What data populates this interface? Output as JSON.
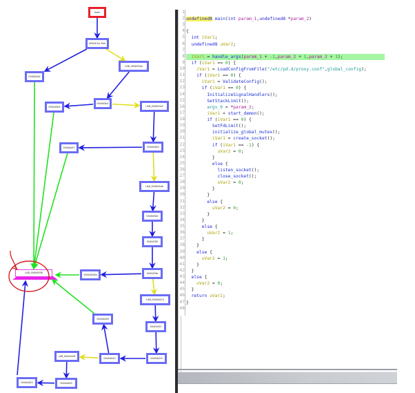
{
  "graph": {
    "title": "Function Graph",
    "nodes": [
      {
        "id": "n0",
        "label": "main",
        "kind": "entry"
      },
      {
        "id": "n1",
        "label": "004043c1 fine",
        "kind": "block"
      },
      {
        "id": "n2",
        "label": "004043a2",
        "kind": "block"
      },
      {
        "id": "n3",
        "label": "LAB_004043aa",
        "kind": "block"
      },
      {
        "id": "n4",
        "label": "004043b5",
        "kind": "block"
      },
      {
        "id": "n5",
        "label": "004043b2",
        "kind": "block"
      },
      {
        "id": "n6",
        "label": "LAB_004043c9",
        "kind": "block"
      },
      {
        "id": "n7",
        "label": "004043d3",
        "kind": "block"
      },
      {
        "id": "n8",
        "label": "00404a47",
        "kind": "block"
      },
      {
        "id": "n9",
        "label": "LAB_004043db",
        "kind": "block"
      },
      {
        "id": "n10",
        "label": "004043e0",
        "kind": "block"
      },
      {
        "id": "n11",
        "label": "004043f2",
        "kind": "block"
      },
      {
        "id": "n12",
        "label": "004043fa",
        "kind": "block"
      },
      {
        "id": "n13",
        "label": "00404418a",
        "kind": "block"
      },
      {
        "id": "n14",
        "label": "LAB_00404458",
        "kind": "target"
      },
      {
        "id": "n15",
        "label": "LAB_00404415",
        "kind": "block"
      },
      {
        "id": "n16",
        "label": "0040441f",
        "kind": "block"
      },
      {
        "id": "n17",
        "label": "00404429",
        "kind": "block"
      },
      {
        "id": "n18",
        "label": "00404433",
        "kind": "block"
      },
      {
        "id": "n19",
        "label": "00404438",
        "kind": "block"
      },
      {
        "id": "n20",
        "label": "LAB_0040443f",
        "kind": "block"
      },
      {
        "id": "n21",
        "label": "00404449",
        "kind": "block"
      },
      {
        "id": "n22",
        "label": "00404452",
        "kind": "block"
      }
    ],
    "edge_colors": {
      "unconditional": "#1f1fe0",
      "true": "#e0de1e",
      "false": "#22e022"
    },
    "annotation": {
      "circle_color": "#d42020",
      "arrow_color": "#d42020"
    }
  },
  "decompiler": {
    "lines": [
      {
        "n": "1",
        "code": []
      },
      {
        "n": "2",
        "code": [
          [
            "t-hlty",
            "undefined8"
          ],
          [
            "t-pl",
            " "
          ],
          [
            "t-fn",
            "main"
          ],
          [
            "t-pl",
            "("
          ],
          [
            "t-ty",
            "int"
          ],
          [
            "t-pl",
            " "
          ],
          [
            "t-par",
            "param_1"
          ],
          [
            "t-pl",
            ","
          ],
          [
            "t-ty",
            "undefined8"
          ],
          [
            "t-pl",
            " *"
          ],
          [
            "t-par",
            "param_2"
          ],
          [
            "t-pl",
            ")"
          ]
        ]
      },
      {
        "n": "3",
        "code": []
      },
      {
        "n": "4",
        "code": [
          [
            "t-pl",
            "{"
          ]
        ]
      },
      {
        "n": "5",
        "code": [
          [
            "t-pl",
            "  "
          ],
          [
            "t-ty",
            "int"
          ],
          [
            "t-pl",
            " "
          ],
          [
            "t-var",
            "iVar1"
          ],
          [
            "t-pl",
            ";"
          ]
        ]
      },
      {
        "n": "6",
        "code": [
          [
            "t-pl",
            "  "
          ],
          [
            "t-ty",
            "undefined8"
          ],
          [
            "t-pl",
            " "
          ],
          [
            "t-var",
            "uVar2"
          ],
          [
            "t-pl",
            ";"
          ]
        ]
      },
      {
        "n": "7",
        "code": []
      },
      {
        "n": "8",
        "hl": true,
        "code": [
          [
            "t-pl",
            "  "
          ],
          [
            "t-var",
            "iVar1"
          ],
          [
            "t-pl",
            " = "
          ],
          [
            "t-fn",
            "handle_args"
          ],
          [
            "t-pl",
            "("
          ],
          [
            "t-par",
            "param_1"
          ],
          [
            "t-pl",
            " + "
          ],
          [
            "t-num",
            "-1"
          ],
          [
            "t-pl",
            ","
          ],
          [
            "t-par",
            "param_2"
          ],
          [
            "t-pl",
            " + "
          ],
          [
            "t-num",
            "1"
          ],
          [
            "t-pl",
            ","
          ],
          [
            "t-par",
            "param_2"
          ],
          [
            "t-pl",
            " + "
          ],
          [
            "t-num",
            "1"
          ],
          [
            "t-pl",
            ");"
          ]
        ]
      },
      {
        "n": "9",
        "code": [
          [
            "t-pl",
            "  "
          ],
          [
            "t-kw",
            "if"
          ],
          [
            "t-pl",
            " ("
          ],
          [
            "t-var",
            "iVar1"
          ],
          [
            "t-pl",
            " == "
          ],
          [
            "t-num",
            "0"
          ],
          [
            "t-pl",
            ") {"
          ]
        ]
      },
      {
        "n": "10",
        "code": [
          [
            "t-pl",
            "    "
          ],
          [
            "t-var",
            "iVar1"
          ],
          [
            "t-pl",
            " = "
          ],
          [
            "t-fn",
            "LoadConfigFromFile"
          ],
          [
            "t-pl",
            "("
          ],
          [
            "t-str",
            "\"/etc/pd.d/proxy.conf\""
          ],
          [
            "t-pl",
            ","
          ],
          [
            "t-glob",
            "global_config"
          ],
          [
            "t-pl",
            ");"
          ]
        ]
      },
      {
        "n": "11",
        "code": [
          [
            "t-pl",
            "    "
          ],
          [
            "t-kw",
            "if"
          ],
          [
            "t-pl",
            " ("
          ],
          [
            "t-var",
            "iVar1"
          ],
          [
            "t-pl",
            " == "
          ],
          [
            "t-num",
            "0"
          ],
          [
            "t-pl",
            ") {"
          ]
        ]
      },
      {
        "n": "12",
        "code": [
          [
            "t-pl",
            "      "
          ],
          [
            "t-var",
            "iVar1"
          ],
          [
            "t-pl",
            " = "
          ],
          [
            "t-fn",
            "ValidateConfig"
          ],
          [
            "t-pl",
            "();"
          ]
        ]
      },
      {
        "n": "13",
        "code": [
          [
            "t-pl",
            "      "
          ],
          [
            "t-kw",
            "if"
          ],
          [
            "t-pl",
            " ("
          ],
          [
            "t-var",
            "iVar1"
          ],
          [
            "t-pl",
            " == "
          ],
          [
            "t-num",
            "0"
          ],
          [
            "t-pl",
            ") {"
          ]
        ]
      },
      {
        "n": "14",
        "code": [
          [
            "t-pl",
            "        "
          ],
          [
            "t-fn",
            "InitializeSignalHandlers"
          ],
          [
            "t-pl",
            "();"
          ]
        ]
      },
      {
        "n": "15",
        "code": [
          [
            "t-pl",
            "        "
          ],
          [
            "t-fn",
            "SetStackLimit"
          ],
          [
            "t-pl",
            "();"
          ]
        ]
      },
      {
        "n": "16",
        "code": [
          [
            "t-pl",
            "        "
          ],
          [
            "t-glob",
            "argv_0"
          ],
          [
            "t-pl",
            " = *"
          ],
          [
            "t-par",
            "param_2"
          ],
          [
            "t-pl",
            ";"
          ]
        ]
      },
      {
        "n": "17",
        "code": [
          [
            "t-pl",
            "        "
          ],
          [
            "t-var",
            "iVar1"
          ],
          [
            "t-pl",
            " = "
          ],
          [
            "t-fn",
            "start_demon"
          ],
          [
            "t-pl",
            "();"
          ]
        ]
      },
      {
        "n": "18",
        "code": [
          [
            "t-pl",
            "        "
          ],
          [
            "t-kw",
            "if"
          ],
          [
            "t-pl",
            " ("
          ],
          [
            "t-var",
            "iVar1"
          ],
          [
            "t-pl",
            " == "
          ],
          [
            "t-num",
            "0"
          ],
          [
            "t-pl",
            ") {"
          ]
        ]
      },
      {
        "n": "19",
        "code": [
          [
            "t-pl",
            "          "
          ],
          [
            "t-fn",
            "SetFdLimit"
          ],
          [
            "t-pl",
            "();"
          ]
        ]
      },
      {
        "n": "20",
        "code": [
          [
            "t-pl",
            "          "
          ],
          [
            "t-fn",
            "initialize_global_mutex"
          ],
          [
            "t-pl",
            "();"
          ]
        ]
      },
      {
        "n": "21",
        "code": [
          [
            "t-pl",
            "          "
          ],
          [
            "t-var",
            "iVar1"
          ],
          [
            "t-pl",
            " = "
          ],
          [
            "t-fn",
            "create_socket"
          ],
          [
            "t-pl",
            "();"
          ]
        ]
      },
      {
        "n": "22",
        "code": [
          [
            "t-pl",
            "          "
          ],
          [
            "t-kw",
            "if"
          ],
          [
            "t-pl",
            " ("
          ],
          [
            "t-var",
            "iVar1"
          ],
          [
            "t-pl",
            " == "
          ],
          [
            "t-num",
            "-1"
          ],
          [
            "t-pl",
            ") {"
          ]
        ]
      },
      {
        "n": "23",
        "code": [
          [
            "t-pl",
            "            "
          ],
          [
            "t-var",
            "uVar2"
          ],
          [
            "t-pl",
            " = "
          ],
          [
            "t-num",
            "0"
          ],
          [
            "t-pl",
            ";"
          ]
        ]
      },
      {
        "n": "24",
        "code": [
          [
            "t-pl",
            "          }"
          ]
        ]
      },
      {
        "n": "25",
        "code": [
          [
            "t-pl",
            "          "
          ],
          [
            "t-kw",
            "else"
          ],
          [
            "t-pl",
            " {"
          ]
        ]
      },
      {
        "n": "26",
        "code": [
          [
            "t-pl",
            "            "
          ],
          [
            "t-fn",
            "listen_socket"
          ],
          [
            "t-pl",
            "();"
          ]
        ]
      },
      {
        "n": "27",
        "code": [
          [
            "t-pl",
            "            "
          ],
          [
            "t-fn",
            "close_socket"
          ],
          [
            "t-pl",
            "();"
          ]
        ]
      },
      {
        "n": "28",
        "code": [
          [
            "t-pl",
            "            "
          ],
          [
            "t-var",
            "uVar2"
          ],
          [
            "t-pl",
            " = "
          ],
          [
            "t-num",
            "0"
          ],
          [
            "t-pl",
            ";"
          ]
        ]
      },
      {
        "n": "29",
        "code": [
          [
            "t-pl",
            "          }"
          ]
        ]
      },
      {
        "n": "30",
        "code": [
          [
            "t-pl",
            "        }"
          ]
        ]
      },
      {
        "n": "31",
        "code": [
          [
            "t-pl",
            "        "
          ],
          [
            "t-kw",
            "else"
          ],
          [
            "t-pl",
            " {"
          ]
        ]
      },
      {
        "n": "32",
        "code": [
          [
            "t-pl",
            "          "
          ],
          [
            "t-var",
            "uVar2"
          ],
          [
            "t-pl",
            " = "
          ],
          [
            "t-num",
            "0"
          ],
          [
            "t-pl",
            ";"
          ]
        ]
      },
      {
        "n": "33",
        "code": [
          [
            "t-pl",
            "        }"
          ]
        ]
      },
      {
        "n": "34",
        "code": [
          [
            "t-pl",
            "      }"
          ]
        ]
      },
      {
        "n": "35",
        "code": [
          [
            "t-pl",
            "      "
          ],
          [
            "t-kw",
            "else"
          ],
          [
            "t-pl",
            " {"
          ]
        ]
      },
      {
        "n": "36",
        "code": [
          [
            "t-pl",
            "        "
          ],
          [
            "t-var",
            "uVar2"
          ],
          [
            "t-pl",
            " = "
          ],
          [
            "t-num",
            "1"
          ],
          [
            "t-pl",
            ";"
          ]
        ]
      },
      {
        "n": "37",
        "code": [
          [
            "t-pl",
            "      }"
          ]
        ]
      },
      {
        "n": "38",
        "code": [
          [
            "t-pl",
            "    }"
          ]
        ]
      },
      {
        "n": "39",
        "code": [
          [
            "t-pl",
            "    "
          ],
          [
            "t-kw",
            "else"
          ],
          [
            "t-pl",
            " {"
          ]
        ]
      },
      {
        "n": "40",
        "code": [
          [
            "t-pl",
            "      "
          ],
          [
            "t-var",
            "uVar2"
          ],
          [
            "t-pl",
            " = "
          ],
          [
            "t-num",
            "1"
          ],
          [
            "t-pl",
            ";"
          ]
        ]
      },
      {
        "n": "41",
        "code": [
          [
            "t-pl",
            "    }"
          ]
        ]
      },
      {
        "n": "42",
        "code": [
          [
            "t-pl",
            "  }"
          ]
        ]
      },
      {
        "n": "43",
        "code": [
          [
            "t-pl",
            "  "
          ],
          [
            "t-kw",
            "else"
          ],
          [
            "t-pl",
            " {"
          ]
        ]
      },
      {
        "n": "44",
        "code": [
          [
            "t-pl",
            "    "
          ],
          [
            "t-var",
            "uVar2"
          ],
          [
            "t-pl",
            " = "
          ],
          [
            "t-num",
            "0"
          ],
          [
            "t-pl",
            ";"
          ]
        ]
      },
      {
        "n": "45",
        "code": [
          [
            "t-pl",
            "  }"
          ]
        ]
      },
      {
        "n": "46",
        "code": [
          [
            "t-pl",
            "  "
          ],
          [
            "t-kw",
            "return"
          ],
          [
            "t-pl",
            " "
          ],
          [
            "t-var",
            "uVar2"
          ],
          [
            "t-pl",
            ";"
          ]
        ]
      },
      {
        "n": "47",
        "code": [
          [
            "t-pl",
            "}"
          ]
        ]
      },
      {
        "n": "48",
        "code": []
      }
    ]
  }
}
